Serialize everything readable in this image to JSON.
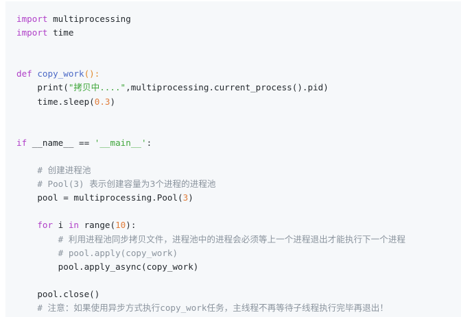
{
  "code": {
    "l1": {
      "kw": "import",
      "rest": " multiprocessing"
    },
    "l2": {
      "kw": "import",
      "rest": " time"
    },
    "l5": {
      "kw": "def",
      "fn": " copy_work",
      "paren": "():"
    },
    "l6": {
      "indent": "    ",
      "call": "print(",
      "str": "\"拷贝中....\"",
      "rest": ",multiprocessing.current_process().pid)"
    },
    "l7": {
      "indent": "    ",
      "call": "time.sleep(",
      "num": "0.3",
      "close": ")"
    },
    "l10": {
      "kw": "if",
      "rest": " __name__ == ",
      "str": "'__main__'",
      "end": ":"
    },
    "l12": {
      "indent": "    ",
      "hash": "# ",
      "text": "创建进程池"
    },
    "l13": {
      "indent": "    ",
      "hash": "# ",
      "mono": "Pool(3) ",
      "text": "表示创建容量为3个进程的进程池"
    },
    "l14": {
      "indent": "    ",
      "rest": "pool = multiprocessing.Pool(",
      "num": "3",
      "close": ")"
    },
    "l16": {
      "indent": "    ",
      "kw": "for",
      "mid1": " i ",
      "kw2": "in",
      "mid2": " range(",
      "num": "10",
      "close": "):"
    },
    "l17": {
      "indent": "        ",
      "hash": "# ",
      "text": "利用进程池同步拷贝文件，进程池中的进程会必须等上一个进程退出才能执行下一个进程"
    },
    "l18": {
      "indent": "        ",
      "hash": "# ",
      "mono": "pool.apply(copy_work)"
    },
    "l19": {
      "indent": "        ",
      "rest": "pool.apply_async(copy_work)"
    },
    "l21": {
      "indent": "    ",
      "rest": "pool.close()"
    },
    "l22": {
      "indent": "    ",
      "hash": "# ",
      "text1": "注意：如果使用异步方式执行",
      "mono": "copy_work",
      "text2": "任务，主线程不再等待子线程执行完毕再退出！"
    }
  },
  "colors": {
    "background": "#f6f8fa",
    "keyword": "#b040c8",
    "function": "#4b69c6",
    "string": "#3fa63a",
    "number": "#e07c3a",
    "comment": "#8b949e"
  }
}
